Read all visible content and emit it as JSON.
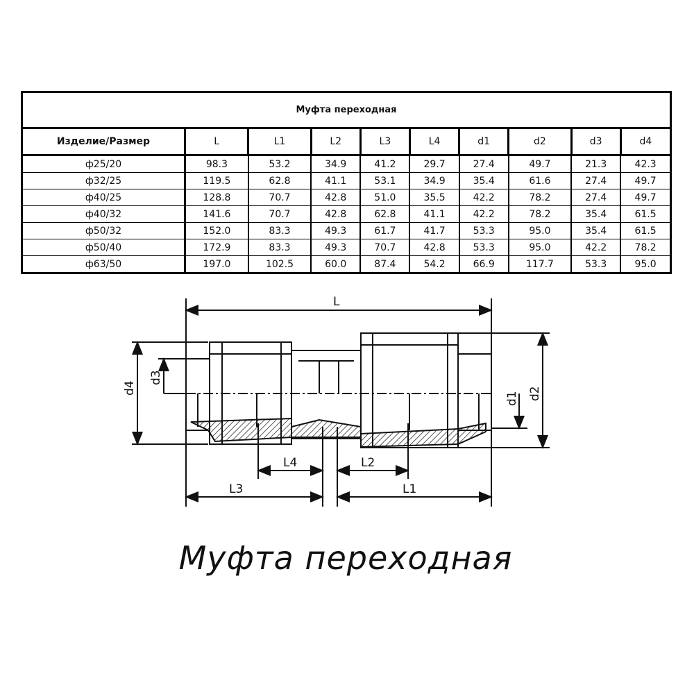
{
  "table": {
    "title": "Муфта переходная",
    "headers": [
      "Изделие/Размер",
      "L",
      "L1",
      "L2",
      "L3",
      "L4",
      "d1",
      "d2",
      "d3",
      "d4"
    ],
    "rows": [
      [
        "ф25/20",
        "98.3",
        "53.2",
        "34.9",
        "41.2",
        "29.7",
        "27.4",
        "49.7",
        "21.3",
        "42.3"
      ],
      [
        "ф32/25",
        "119.5",
        "62.8",
        "41.1",
        "53.1",
        "34.9",
        "35.4",
        "61.6",
        "27.4",
        "49.7"
      ],
      [
        "ф40/25",
        "128.8",
        "70.7",
        "42.8",
        "51.0",
        "35.5",
        "42.2",
        "78.2",
        "27.4",
        "49.7"
      ],
      [
        "ф40/32",
        "141.6",
        "70.7",
        "42.8",
        "62.8",
        "41.1",
        "42.2",
        "78.2",
        "35.4",
        "61.5"
      ],
      [
        "ф50/32",
        "152.0",
        "83.3",
        "49.3",
        "61.7",
        "41.7",
        "53.3",
        "95.0",
        "35.4",
        "61.5"
      ],
      [
        "ф50/40",
        "172.9",
        "83.3",
        "49.3",
        "70.7",
        "42.8",
        "53.3",
        "95.0",
        "42.2",
        "78.2"
      ],
      [
        "ф63/50",
        "197.0",
        "102.5",
        "60.0",
        "87.4",
        "54.2",
        "66.9",
        "117.7",
        "53.3",
        "95.0"
      ]
    ]
  },
  "drawing": {
    "labels": {
      "L": "L",
      "L1": "L1",
      "L2": "L2",
      "L3": "L3",
      "L4": "L4",
      "d1": "d1",
      "d2": "d2",
      "d3": "d3",
      "d4": "d4"
    },
    "caption": "Муфта переходная"
  }
}
